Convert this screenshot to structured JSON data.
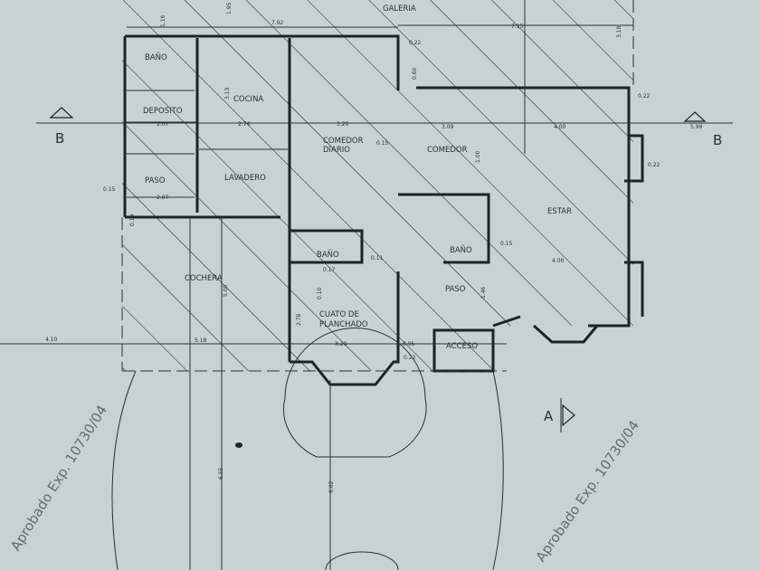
{
  "plan": {
    "rooms": {
      "galeria": "GALERIA",
      "bano_1": "BAÑO",
      "deposito": "DEPOSITO",
      "cocina": "COCINA",
      "comedor_diario_1": "COMEDOR",
      "comedor_diario_2": "DIARIO",
      "paso_1": "PASO",
      "lavadero": "LAVADERO",
      "comedor": "COMEDOR",
      "estar": "ESTAR",
      "bano_2": "BAÑO",
      "bano_3": "BAÑO",
      "paso_2": "PASO",
      "planchado_1": "CUATO DE",
      "planchado_2": "PLANCHADO",
      "acceso": "ACCESO",
      "cochera": "COCHERA"
    },
    "dimensions": {
      "d792": "7.92",
      "d715": "7.15",
      "d022a": "0.22",
      "d022b": "0.22",
      "d022c": "0.22",
      "d022d": "0.22",
      "d318": "3.18",
      "d207a": "2.07",
      "d207b": "2.07",
      "d274": "2.74",
      "d320a": "3.20",
      "d309": "3.09",
      "d400a": "4.00",
      "d400b": "4.00",
      "d015a": "0.15",
      "d015b": "0.15",
      "d015c": "0.15",
      "d410": "4.10",
      "d518": "5.18",
      "d320b": "3.20",
      "d095": "0.95",
      "d655": "6.55",
      "d602": "6.02",
      "d500": "5.00",
      "d146": "1.46",
      "d060": "0.60",
      "d313": "3.13",
      "d100": "1.00",
      "d011": "0.11",
      "d017": "0.17",
      "d010": "0.10",
      "d278": "2.78",
      "d019": "0.19",
      "d116": "1.16",
      "d195": "1.95",
      "d599": "5.99"
    },
    "section_marks": {
      "b_left": "B",
      "b_right": "B",
      "a": "A"
    },
    "stamps": {
      "stamp_1": "Aprobado Exp. 10730/04",
      "stamp_2": "Aprobado Exp. 10730/04"
    }
  }
}
